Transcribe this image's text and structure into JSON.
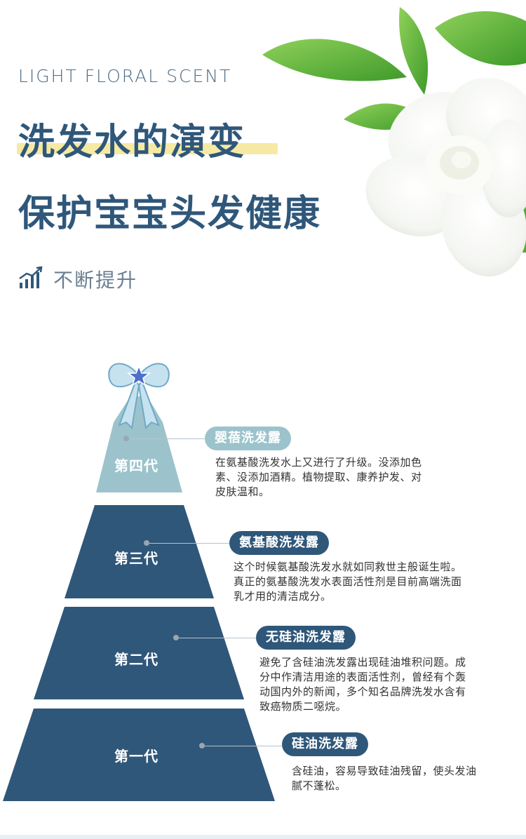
{
  "header": {
    "subtitle": "LIGHT FLORAL SCENT",
    "headline_1": "洗发水的演变",
    "headline_2": "保护宝宝头发健康",
    "upgrade_label": "不断提升"
  },
  "colors": {
    "navy": "#2f577a",
    "light_teal": "#9cc3cc",
    "highlight": "#f6e9a3"
  },
  "tiers": [
    {
      "generation": "第四代",
      "product": "婴蓓洗发露",
      "description_lines": [
        "在氨基酸洗发水上又进行了升级。没添加色",
        "素、没添加酒精。植物提取、康养护发、对",
        "皮肤温和。"
      ]
    },
    {
      "generation": "第三代",
      "product": "氨基酸洗发露",
      "description_lines": [
        "这个时候氨基酸洗发水就如同救世主般诞生啦。",
        "真正的氨基酸洗发水表面活性剂是目前高端洗面",
        "乳才用的清洁成分。"
      ]
    },
    {
      "generation": "第二代",
      "product": "无硅油洗发露",
      "description_lines": [
        "避免了含硅油洗发露出现硅油堆积问题。成",
        "分中作清洁用途的表面活性剂，曾经有个轰",
        "动国内外的新闻，多个知名品牌洗发水含有",
        "致癌物质二噁烷。"
      ]
    },
    {
      "generation": "第一代",
      "product": "硅油洗发露",
      "description_lines": [
        "含硅油，容易导致硅油残留，使头发油",
        "腻不蓬松。"
      ]
    }
  ]
}
